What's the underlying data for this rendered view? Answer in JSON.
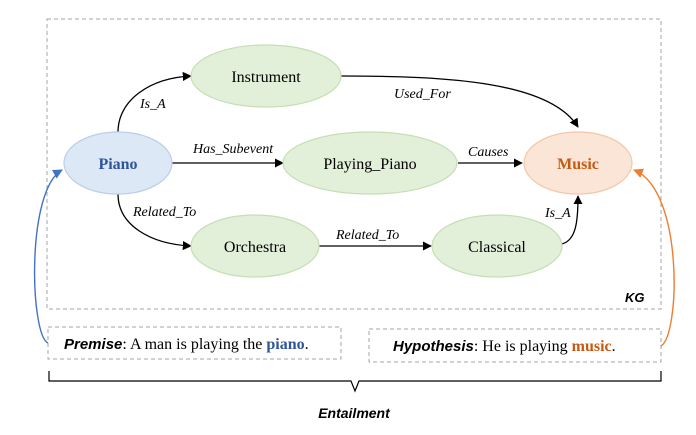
{
  "kg": {
    "label": "KG",
    "nodes": {
      "piano": {
        "label": "Piano",
        "fill": "#dce8f6",
        "stroke": "#b9cfe8",
        "text_color": "#2f5597"
      },
      "instrument": {
        "label": "Instrument",
        "fill": "#e2efd9",
        "stroke": "#c5dfb4",
        "text_color": "#000000"
      },
      "playing_piano": {
        "label": "Playing_Piano",
        "fill": "#e2efd9",
        "stroke": "#c5dfb4",
        "text_color": "#000000"
      },
      "orchestra": {
        "label": "Orchestra",
        "fill": "#e2efd9",
        "stroke": "#c5dfb4",
        "text_color": "#000000"
      },
      "classical": {
        "label": "Classical",
        "fill": "#e2efd9",
        "stroke": "#c5dfb4",
        "text_color": "#000000"
      },
      "music": {
        "label": "Music",
        "fill": "#fbe5d6",
        "stroke": "#f4c7a6",
        "text_color": "#c55a11"
      }
    },
    "edges": {
      "piano_instrument": "Is_A",
      "instrument_music": "Used_For",
      "piano_playing": "Has_Subevent",
      "playing_music": "Causes",
      "piano_orchestra": "Related_To",
      "orchestra_classical": "Related_To",
      "classical_music": "Is_A"
    }
  },
  "premise": {
    "label": "Premise",
    "text_before": ": A man is playing the ",
    "keyword": "piano",
    "text_after": ".",
    "keyword_color": "#2f5597"
  },
  "hypothesis": {
    "label": "Hypothesis",
    "text_before": ": He is playing ",
    "keyword": "music",
    "text_after": ".",
    "keyword_color": "#c55a11"
  },
  "relation": {
    "label": "Entailment"
  },
  "colors": {
    "premise_arrow": "#4472c4",
    "hypothesis_arrow": "#ed7d31",
    "edge": "#000000",
    "dashed_border": "#a6a6a6"
  }
}
